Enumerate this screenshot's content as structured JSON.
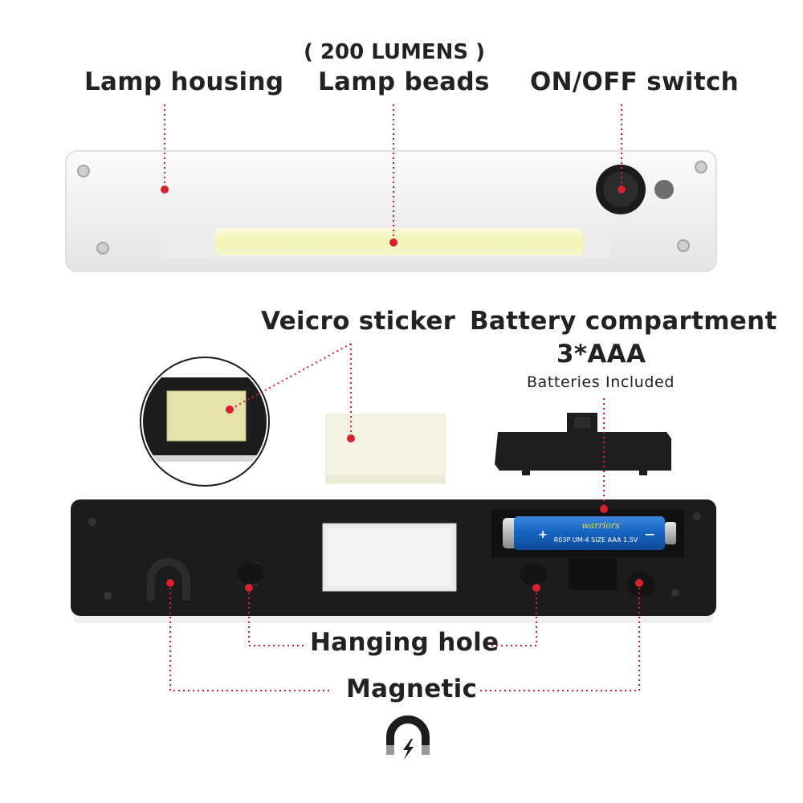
{
  "labels": {
    "lumens": "( 200 LUMENS )",
    "lamp_housing": "Lamp housing",
    "lamp_beads": "Lamp beads",
    "on_off_switch": "ON/OFF switch",
    "velcro_sticker": "Veicro sticker",
    "battery_compartment": "Battery compartment",
    "battery_count": "3*AAA",
    "batteries_included": "Batteries Included",
    "hanging_hole": "Hanging hole",
    "magnetic": "Magnetic"
  },
  "battery_print": {
    "brand": "warriors",
    "spec": "R03P UM-4 SIZE AAA 1.5V",
    "plus": "+",
    "minus": "—"
  },
  "colors": {
    "leader_line": "#d62030",
    "led_strip": "#f4f6c0",
    "battery": "#1565c0",
    "back_panel": "#1c1c1c",
    "housing": "#f1f1f1"
  },
  "icons": [
    "magnet-icon",
    "lightning-icon"
  ]
}
